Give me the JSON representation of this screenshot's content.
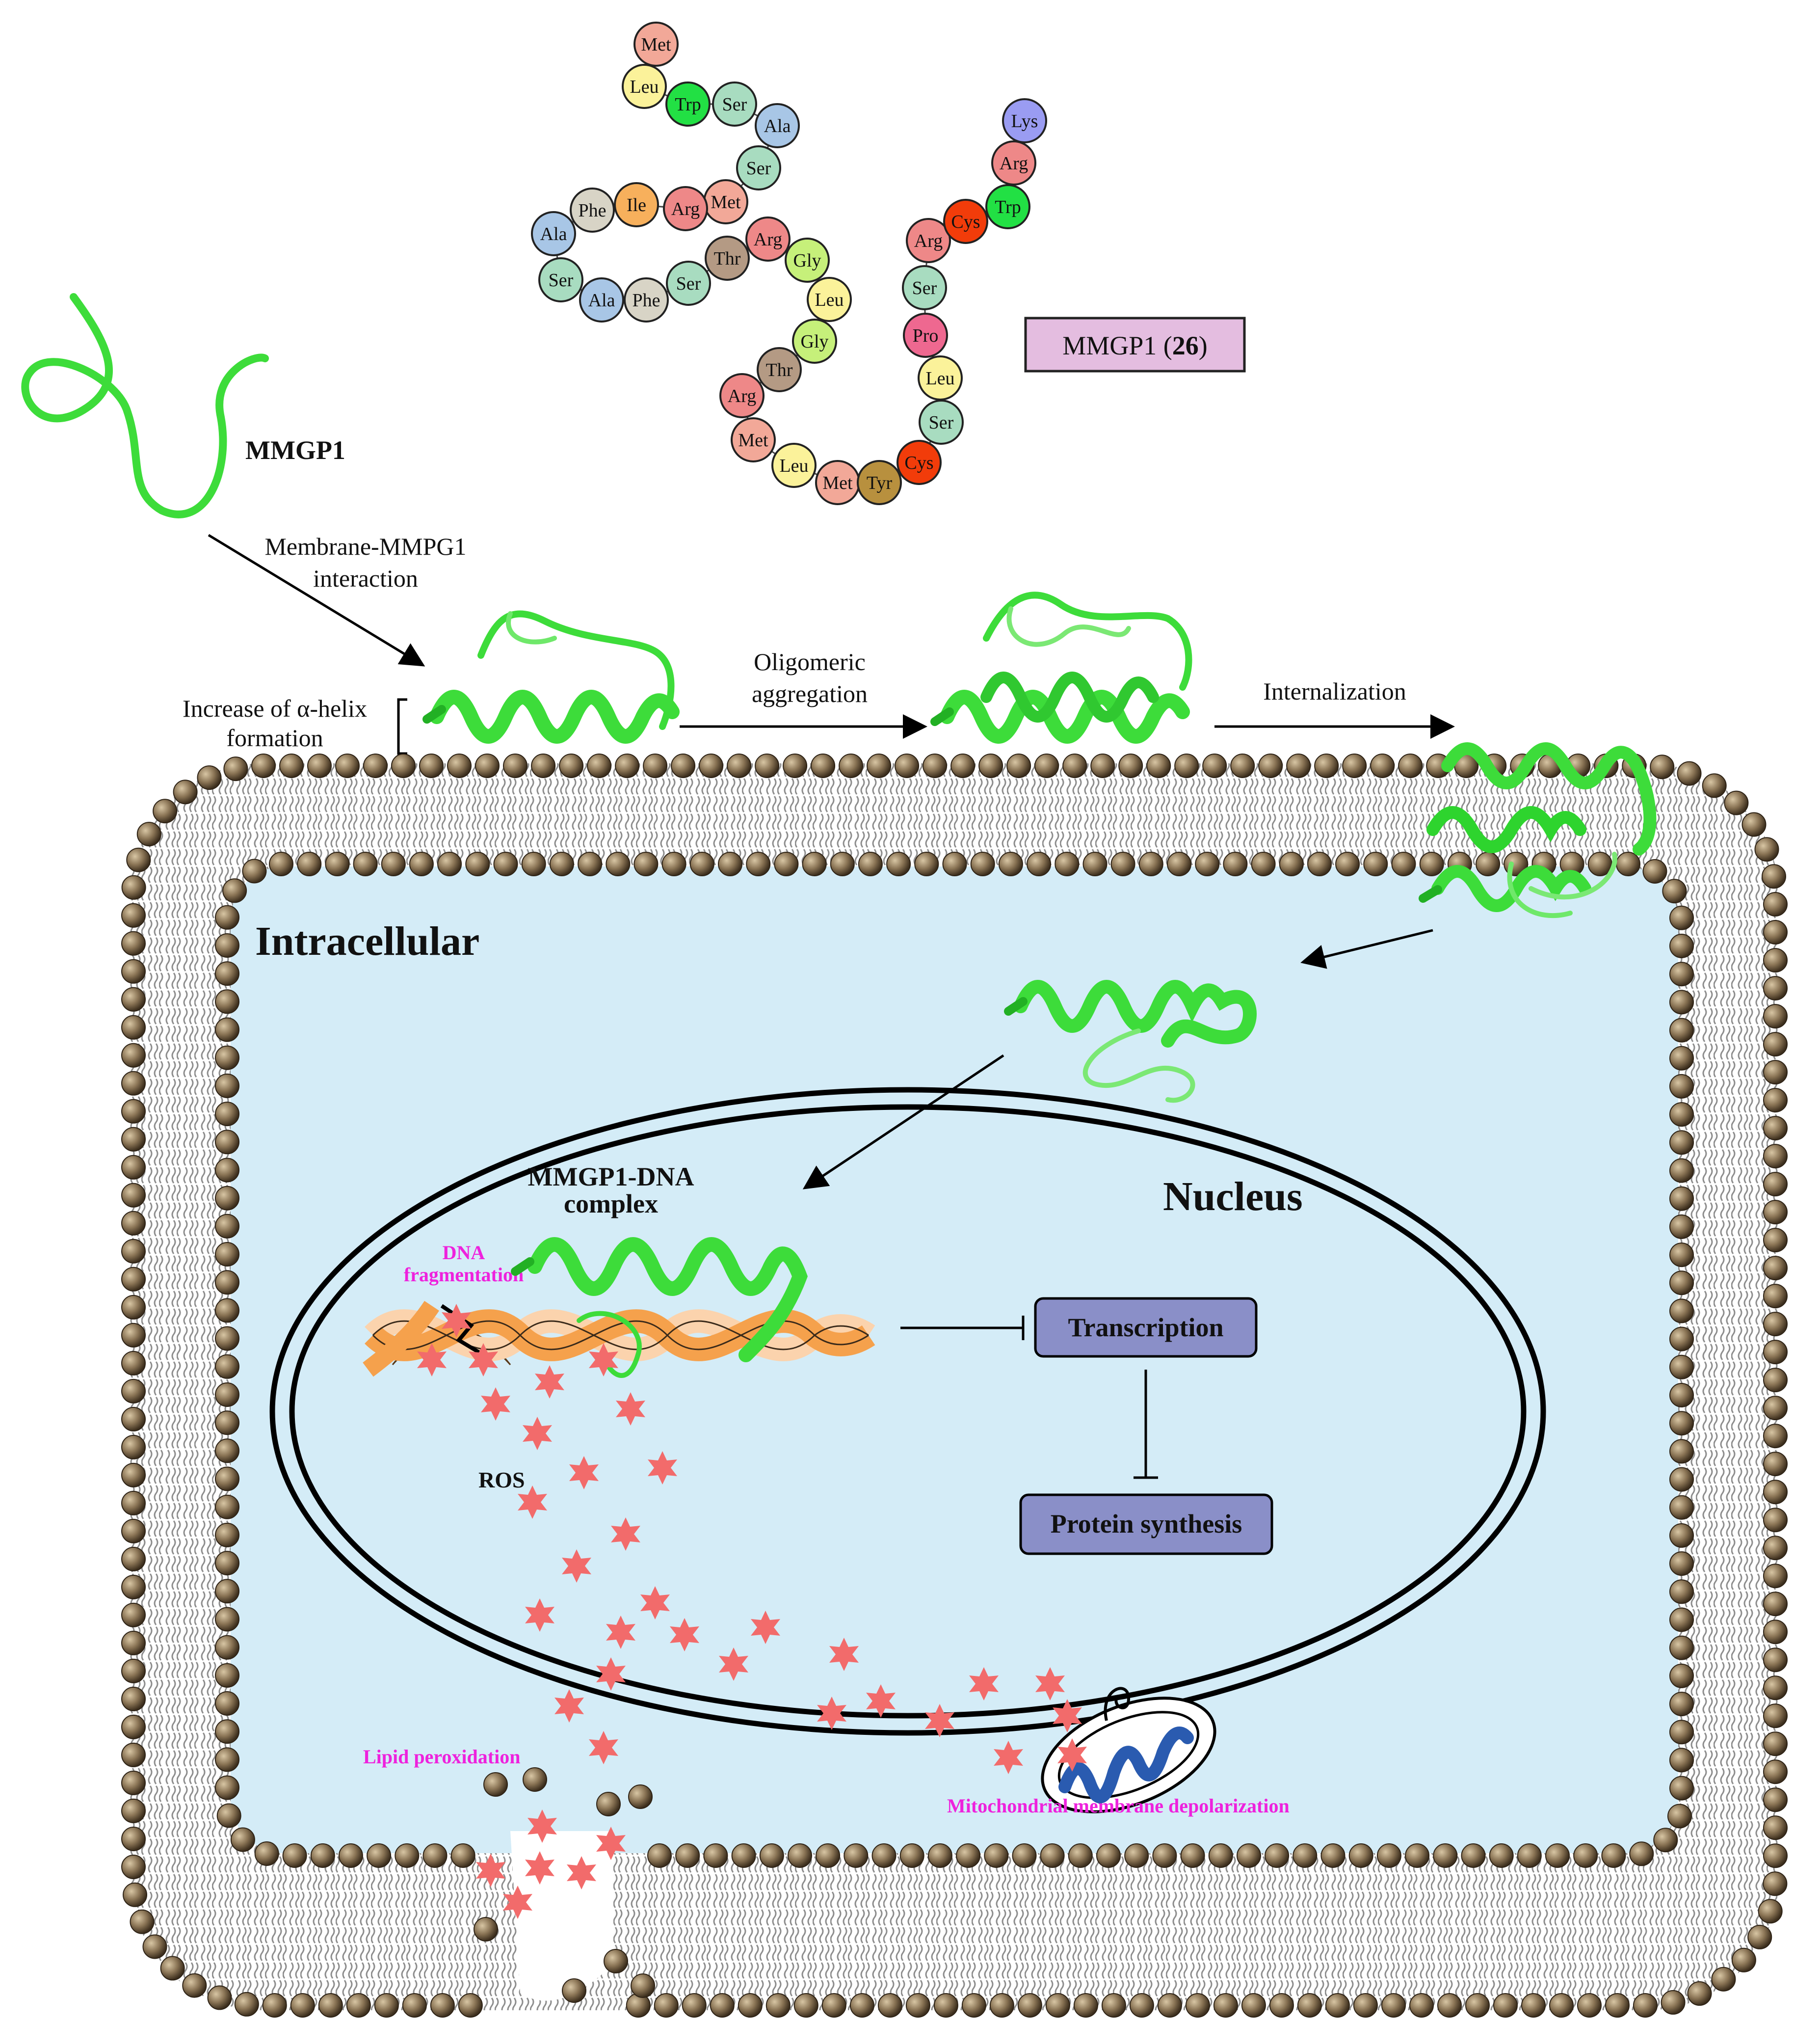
{
  "peptide": {
    "label_name": "MMGP1 (",
    "label_count": "26",
    "label_close": ")",
    "residues": [
      {
        "name": "Met",
        "color": "#f2a898"
      },
      {
        "name": "Leu",
        "color": "#fbf29a"
      },
      {
        "name": "Trp",
        "color": "#22e044"
      },
      {
        "name": "Ser",
        "color": "#a8dcc0"
      },
      {
        "name": "Ala",
        "color": "#a8c6e6"
      },
      {
        "name": "Ser",
        "color": "#a8dcc0"
      },
      {
        "name": "Met",
        "color": "#f2a898"
      },
      {
        "name": "Arg",
        "color": "#ee8888"
      },
      {
        "name": "Ile",
        "color": "#f7b05c"
      },
      {
        "name": "Phe",
        "color": "#d8d4c6"
      },
      {
        "name": "Ala",
        "color": "#a8c6e6"
      },
      {
        "name": "Ser",
        "color": "#a8dcc0"
      },
      {
        "name": "Ala",
        "color": "#a8c6e6"
      },
      {
        "name": "Phe",
        "color": "#d8d4c6"
      },
      {
        "name": "Ser",
        "color": "#a8dcc0"
      },
      {
        "name": "Thr",
        "color": "#b49a84"
      },
      {
        "name": "Arg",
        "color": "#ee8888"
      },
      {
        "name": "Gly",
        "color": "#c6f07a"
      },
      {
        "name": "Leu",
        "color": "#fbf29a"
      },
      {
        "name": "Gly",
        "color": "#c6f07a"
      },
      {
        "name": "Thr",
        "color": "#b49a84"
      },
      {
        "name": "Arg",
        "color": "#ee8888"
      },
      {
        "name": "Met",
        "color": "#f2a898"
      },
      {
        "name": "Leu",
        "color": "#fbf29a"
      },
      {
        "name": "Met",
        "color": "#f2a898"
      },
      {
        "name": "Tyr",
        "color": "#b8903e"
      },
      {
        "name": "Cys",
        "color": "#f23c0a"
      },
      {
        "name": "Ser",
        "color": "#a8dcc0"
      },
      {
        "name": "Leu",
        "color": "#fbf29a"
      },
      {
        "name": "Pro",
        "color": "#ee6890"
      },
      {
        "name": "Ser",
        "color": "#a8dcc0"
      },
      {
        "name": "Arg",
        "color": "#ee8888"
      },
      {
        "name": "Cys",
        "color": "#f23c0a"
      },
      {
        "name": "Trp",
        "color": "#22e044"
      },
      {
        "name": "Arg",
        "color": "#ee8888"
      },
      {
        "name": "Lys",
        "color": "#9a9cf2"
      }
    ]
  },
  "labels": {
    "mmgp1": "MMGP1",
    "membrane_interaction_1": "Membrane-MMPG1",
    "membrane_interaction_2": "interaction",
    "helix_1": "Increase of α-helix",
    "helix_2": "formation",
    "oligomeric_1": "Oligomeric",
    "oligomeric_2": "aggregation",
    "internalization": "Internalization",
    "intracellular": "Intracellular",
    "nucleus": "Nucleus",
    "complex_1": "MMGP1-DNA",
    "complex_2": "complex",
    "dna_frag_1": "DNA",
    "dna_frag_2": "fragmentation",
    "ros": "ROS",
    "transcription": "Transcription",
    "protein_synthesis": "Protein synthesis",
    "lipid_peroxidation": "Lipid peroxidation",
    "mito_depol": "Mitochondrial membrane depolarization"
  },
  "colors": {
    "peptide_green": "#3ddc3a",
    "cytoplasm": "#d4ecf7",
    "lipid_head": "#8a7455",
    "box_fill": "#8a8fc8",
    "magenta": "#ee22dd",
    "ros_star": "#f26b6b",
    "dna_orange": "#f5a14c",
    "dna_light": "#fbd3ad",
    "mito_blue": "#2a5bb0"
  }
}
